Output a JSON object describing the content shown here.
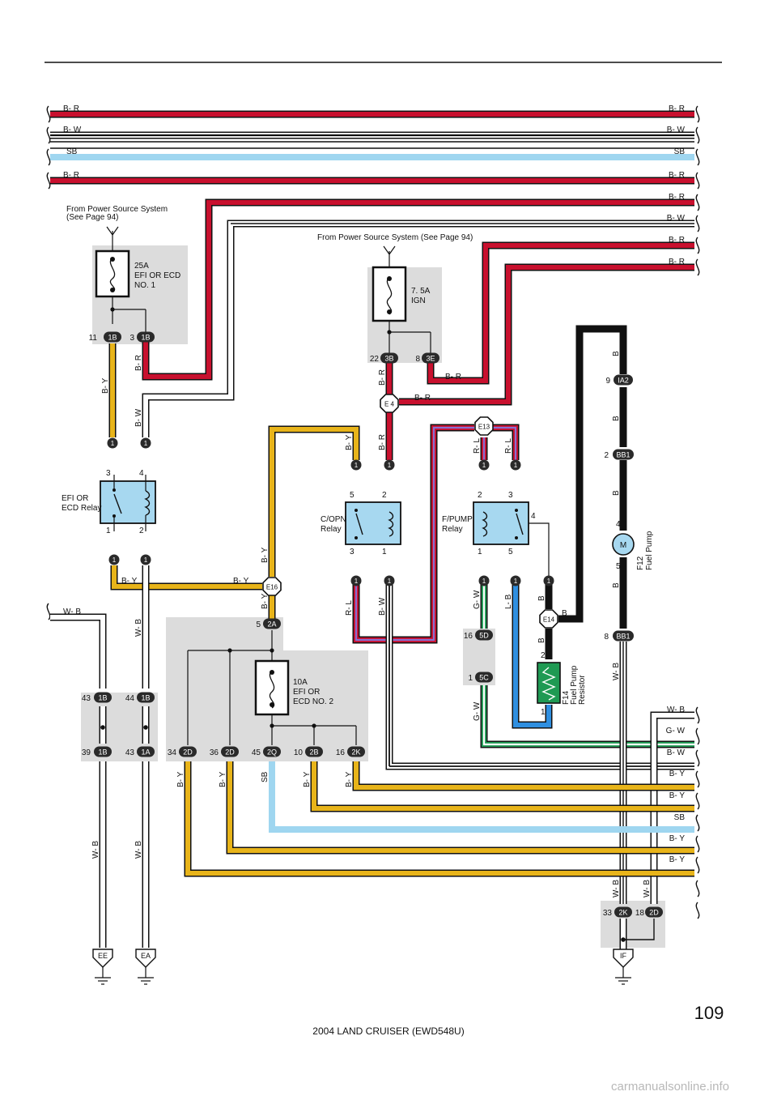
{
  "page_number": "109",
  "footer": "2004 LAND CRUISER (EWD548U)",
  "watermark": "carmanualsonline.info",
  "colors": {
    "B": "#111111",
    "W": "#ffffff",
    "R": "#c8102e",
    "Y": "#e8b41a",
    "SB": "#9fd6f0",
    "L": "#2f8fe0",
    "G": "#1f9a53",
    "P": "#8a6fd1",
    "shade": "#dcdcdc",
    "relay": "#a7d8f0"
  },
  "power_source_left": [
    "From Power Source System",
    "(See Page 94)"
  ],
  "power_source_right": "From Power Source System (See Page 94)",
  "bus_left": [
    "B- R",
    "B- W",
    "SB",
    "B- R"
  ],
  "bus_right": [
    "B- R",
    "B- W",
    "SB",
    "B- R",
    "B- R",
    "B- W",
    "B- R",
    "B- R"
  ],
  "fuse_efi1": [
    "25A",
    "EFI OR ECD",
    "NO. 1"
  ],
  "fuse_ign": [
    "7. 5A",
    "IGN"
  ],
  "fuse_efi2": [
    "10A",
    "EFI OR",
    "ECD NO. 2"
  ],
  "relay_efi": [
    "EFI OR",
    "ECD Relay"
  ],
  "relay_copn": [
    "C/OPN",
    "Relay"
  ],
  "relay_fpump": [
    "F/PUMP",
    "Relay"
  ],
  "pump": [
    "F12",
    "Fuel Pump"
  ],
  "pump_symbol": "M",
  "resistor": [
    "F14",
    "Fuel Pump",
    "Resistor"
  ],
  "connectors": {
    "c1b": "1B",
    "c3b": "3B",
    "c3e": "3E",
    "e4": "E 4",
    "e13": "E13",
    "e16": "E16",
    "e14": "E14",
    "c2a": "2A",
    "ia2": "IA2",
    "bb1": "BB1",
    "c5d": "5D",
    "c5c": "5C",
    "c1a": "1A",
    "c2d": "2D",
    "c2q": "2Q",
    "c2b": "2B",
    "c2k": "2K",
    "one": "1"
  },
  "pins": {
    "p11": "11",
    "p3": "3",
    "p22": "22",
    "p8": "8",
    "p9": "9",
    "p2": "2",
    "p4": "4",
    "p5": "5",
    "p1": "1",
    "p16": "16",
    "p43": "43",
    "p44": "44",
    "p39": "39",
    "p34": "34",
    "p36": "36",
    "p45": "45",
    "p10": "10",
    "p33": "33",
    "p18": "18"
  },
  "wire_labels": {
    "by": "B- Y",
    "br": "B- R",
    "bw": "B- W",
    "wb": "W- B",
    "rl": "R- L",
    "gw": "G- W",
    "lb": "L- B",
    "b": "B",
    "sb": "SB",
    "gw2": "G- W"
  },
  "right_lower": [
    "W- B",
    "G- W",
    "B- W",
    "B- Y",
    "B- Y",
    "SB",
    "B- Y",
    "B- Y"
  ],
  "grounds": {
    "ee": "EE",
    "ea": "EA",
    "if": "IF"
  }
}
